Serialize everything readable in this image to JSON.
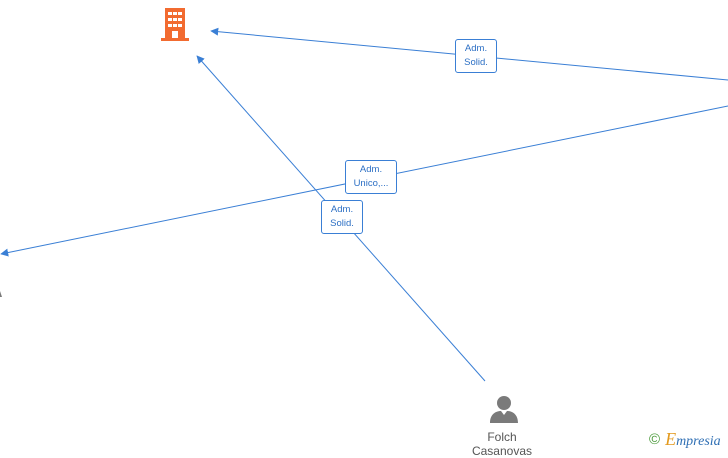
{
  "colors": {
    "edge": "#3a7fd5",
    "company_icon": "#f26b30",
    "person_icon": "#7a7a7a",
    "watermark_brand": "#2f6fb4",
    "watermark_accent": "#e39a1f"
  },
  "edge_labels": [
    {
      "line1": "Adm.",
      "line2": "Solid."
    },
    {
      "line1": "Adm.",
      "line2": "Unico,..."
    },
    {
      "line1": "Adm.",
      "line2": "Solid."
    }
  ],
  "nodes": {
    "company": {
      "icon": "building-icon"
    },
    "person": {
      "icon": "person-icon",
      "name_line1": "Folch",
      "name_line2": "Casanovas"
    }
  },
  "watermark": {
    "symbol": "©",
    "brand_first": "E",
    "brand_rest": "mpresia"
  }
}
